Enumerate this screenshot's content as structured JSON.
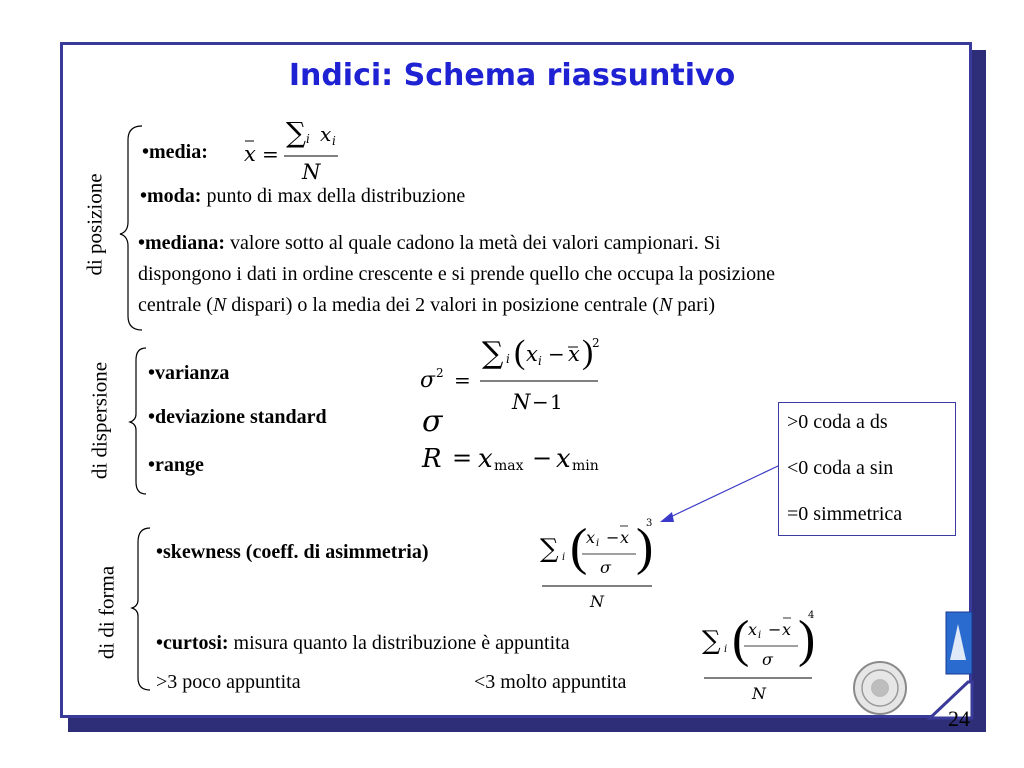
{
  "slide": {
    "title": "Indici: Schema riassuntivo",
    "page_number": "24",
    "colors": {
      "title": "#1f22d2",
      "frame": "#3a3a9a",
      "frame_shadow": "#2e2e78",
      "arrow": "#3a3ac8"
    }
  },
  "posizione": {
    "label": "di posizione",
    "media_label": "•media:",
    "media_formula": {
      "lhs": "x",
      "eq": "=",
      "sum": "∑",
      "sub": "i",
      "term": "x",
      "term_sub": "i",
      "den": "N"
    },
    "moda_label": "•moda:",
    "moda_text": " punto di max della distribuzione",
    "mediana_label": "•mediana:",
    "mediana_text_1": " valore sotto al quale cadono la metà dei valori campionari. Si",
    "mediana_text_2": "dispongono i dati in ordine crescente e si prende quello che occupa la posizione",
    "mediana_text_3a": "centrale (",
    "mediana_n1": "N",
    "mediana_text_3b": " dispari) o la media dei 2 valori in posizione centrale (",
    "mediana_n2": "N",
    "mediana_text_3c": " pari)"
  },
  "dispersione": {
    "label": "di dispersione",
    "varianza_label": "•varianza",
    "deviazione_label": "•deviazione standard",
    "range_label": "•range",
    "var_formula": {
      "sigma": "σ",
      "exp": "2",
      "eq": "=",
      "sum": "∑",
      "sub": "i",
      "x": "x",
      "xi_sub": "i",
      "minus": "−",
      "xbar": "x",
      "sq": "2",
      "den_n": "N",
      "den_minus": "−",
      "den_one": "1"
    },
    "sd_formula": "σ",
    "range_formula": {
      "R": "R",
      "eq": "=",
      "x": "x",
      "max": "max",
      "minus": "−",
      "min": "min"
    }
  },
  "skew_box": {
    "line1": ">0 coda a ds",
    "line2": "<0 coda a sin",
    "line3": "=0 simmetrica"
  },
  "forma": {
    "label": "di di forma",
    "skew_label": "•skewness (coeff.  di  asimmetria)",
    "skew_formula": {
      "sum": "∑",
      "sub": "i",
      "x": "x",
      "xi_sub": "i",
      "minus": "−",
      "xbar": "x",
      "sigma": "σ",
      "exp": "3",
      "den": "N"
    },
    "curtosi_label": "•curtosi:",
    "curtosi_text": " misura quanto la distribuzione è appuntita",
    "kurt_formula": {
      "sum": "∑",
      "sub": "i",
      "x": "x",
      "xi_sub": "i",
      "minus": "−",
      "xbar": "x",
      "sigma": "σ",
      "exp": "4",
      "den": "N"
    },
    "poco": ">3 poco appuntita",
    "molto": "<3 molto appuntita"
  }
}
